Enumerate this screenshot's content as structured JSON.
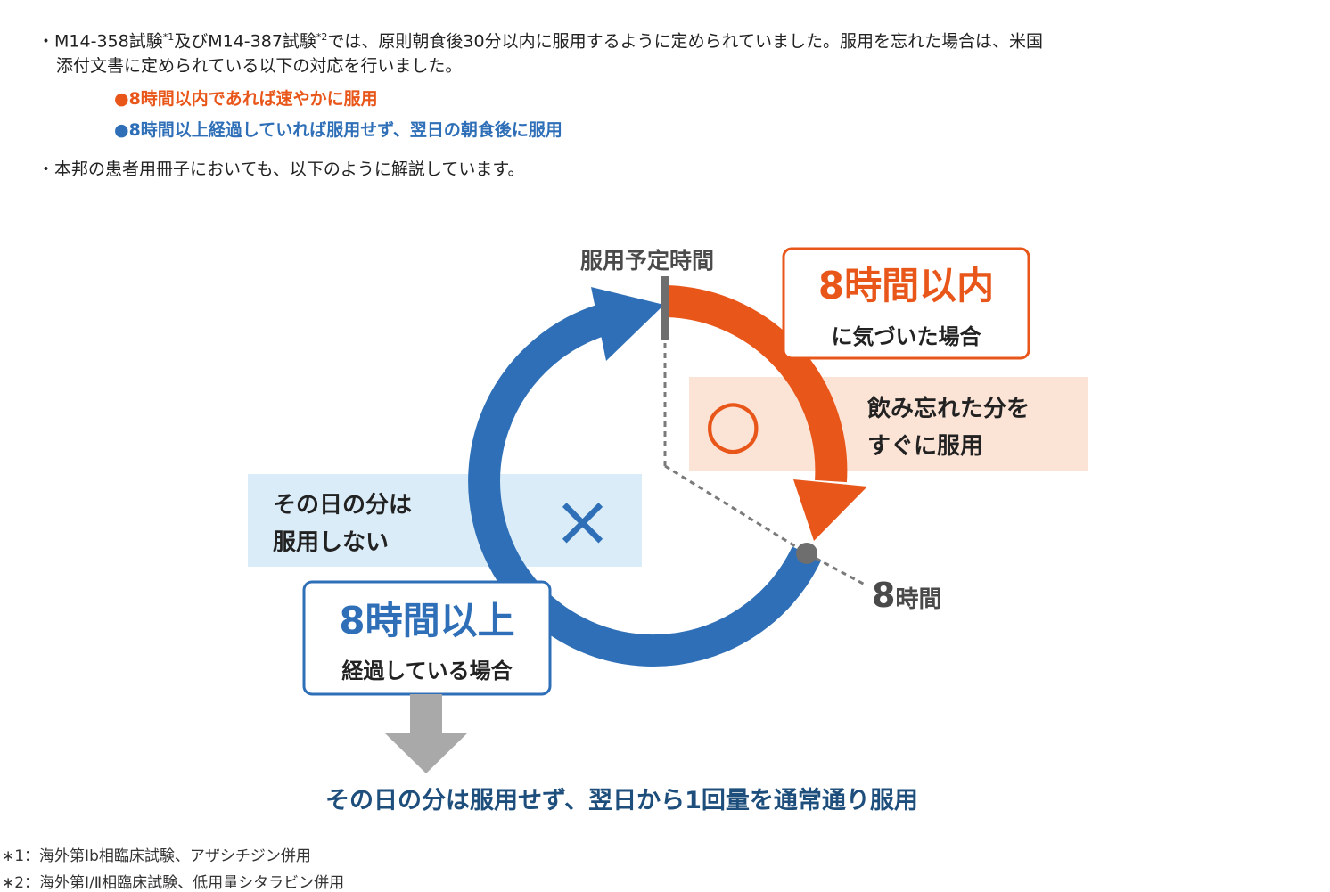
{
  "intro": {
    "bullet1": {
      "text1": "M14-358試験",
      "sup1": "*1",
      "text2": "及びM14-387試験",
      "sup2": "*2",
      "text3": "では、原則朝食後30分以内に服用するように定められていました。服用を忘れた場合は、米国",
      "line2": "添付文書に定められている以下の対応を行いました。"
    },
    "orange_item": "●8時間以内であれば速やかに服用",
    "blue_item": "●8時間以上経過していれば服用せず、翌日の朝食後に服用",
    "bullet2": "本邦の患者用冊子においても、以下のように解説しています。"
  },
  "diagram": {
    "scheduled_label": "服用予定時間",
    "within": {
      "title": "8時間以内",
      "sub": "に気づいた場合"
    },
    "within_action": {
      "symbol": "○",
      "line1": "飲み忘れた分を",
      "line2": "すぐに服用"
    },
    "over": {
      "title": "8時間以上",
      "sub": "経過している場合"
    },
    "over_action": {
      "symbol": "×",
      "line1": "その日の分は",
      "line2": "服用しない"
    },
    "eight_hours": {
      "num": "8",
      "unit": "時間"
    },
    "conclusion": "その日の分は服用せず、翌日から1回量を通常通り服用"
  },
  "footnotes": [
    "∗1：海外第Ⅰb相臨床試験、アザシチジン併用",
    "∗2：海外第Ⅰ/Ⅱ相臨床試験、低用量シタラビン併用"
  ],
  "colors": {
    "orange": "#e8561a",
    "blue": "#2e6fb7",
    "light_orange": "#fbe3d6",
    "light_blue": "#d9ecf8",
    "gray_arrow": "#a9a9a9",
    "navy_text": "#1d4e7c"
  }
}
